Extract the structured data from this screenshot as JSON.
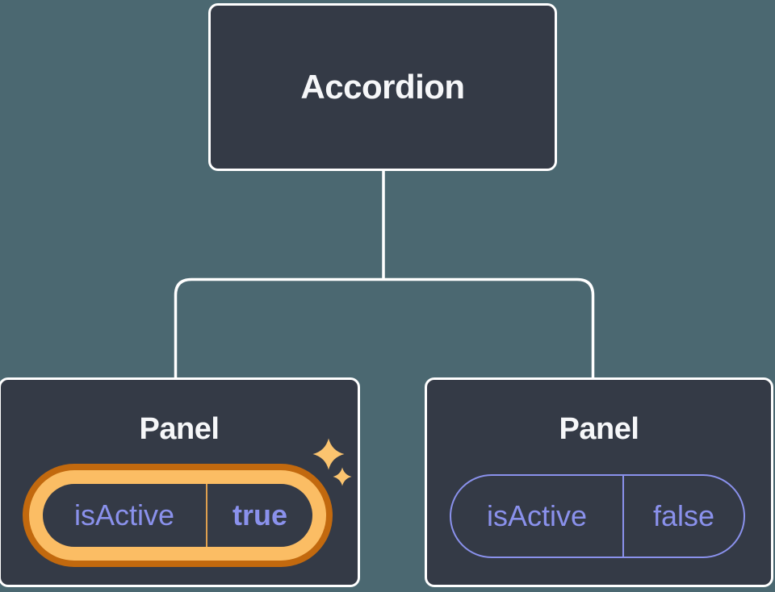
{
  "diagram": {
    "description": "Component tree: Accordion parent with two Panel children holding isActive state",
    "root": {
      "label": "Accordion"
    },
    "children": [
      {
        "label": "Panel",
        "state": {
          "name": "isActive",
          "value": "true"
        },
        "highlighted": true,
        "highlight_icon": "sparkles-icon"
      },
      {
        "label": "Panel",
        "state": {
          "name": "isActive",
          "value": "false"
        },
        "highlighted": false
      }
    ]
  },
  "colors": {
    "background": "#4B6871",
    "node_fill": "#343A46",
    "node_border": "#FFFFFF",
    "connector": "#FFFFFF",
    "text_primary": "#F6F7F9",
    "state_text": "#8A91EC",
    "state_border": "#8A91EC",
    "highlight_ring_outer": "#C2690E",
    "highlight_ring_inner": "#FBBD64",
    "highlight_divider": "#DFA04F",
    "sparkle": "#FBC46F"
  }
}
